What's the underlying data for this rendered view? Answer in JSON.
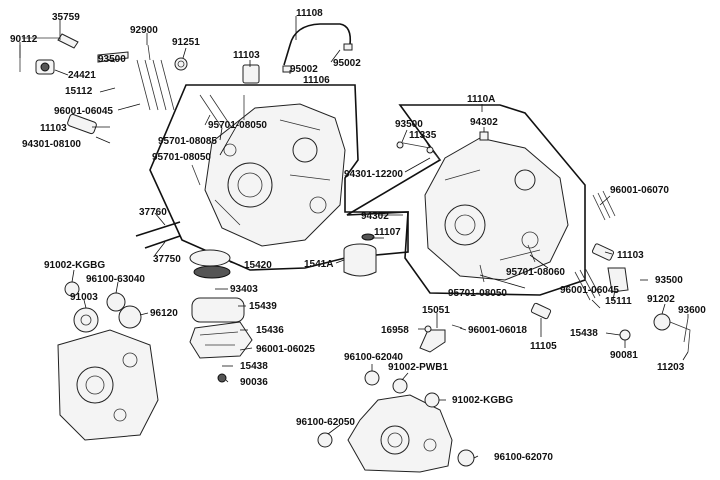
{
  "part_labels": [
    {
      "id": "p35759",
      "text": "35759"
    },
    {
      "id": "p90112",
      "text": "90112"
    },
    {
      "id": "p24421",
      "text": "24421"
    },
    {
      "id": "p93500a",
      "text": "93500"
    },
    {
      "id": "p15112",
      "text": "15112"
    },
    {
      "id": "p92900",
      "text": "92900"
    },
    {
      "id": "p91251",
      "text": "91251"
    },
    {
      "id": "p11108",
      "text": "11108"
    },
    {
      "id": "p11103a",
      "text": "11103"
    },
    {
      "id": "p95002a",
      "text": "95002"
    },
    {
      "id": "p95002b",
      "text": "95002"
    },
    {
      "id": "p11106",
      "text": "11106"
    },
    {
      "id": "p96001_06045a",
      "text": "96001-06045"
    },
    {
      "id": "p11103b",
      "text": "11103"
    },
    {
      "id": "p94301_08100",
      "text": "94301-08100"
    },
    {
      "id": "p95701_08050a",
      "text": "95701-08050"
    },
    {
      "id": "p95701_08085",
      "text": "95701-08085"
    },
    {
      "id": "p95701_08050b",
      "text": "95701-08050"
    },
    {
      "id": "p1110A",
      "text": "1110A"
    },
    {
      "id": "p93500b",
      "text": "93500"
    },
    {
      "id": "p11335",
      "text": "11335"
    },
    {
      "id": "p94302a",
      "text": "94302"
    },
    {
      "id": "p94301_12200",
      "text": "94301-12200"
    },
    {
      "id": "p96001_06070",
      "text": "96001-06070"
    },
    {
      "id": "p37760",
      "text": "37760"
    },
    {
      "id": "p37750",
      "text": "37750"
    },
    {
      "id": "p94302b",
      "text": "94302"
    },
    {
      "id": "p11107",
      "text": "11107"
    },
    {
      "id": "p1541A",
      "text": "1541A"
    },
    {
      "id": "p15420",
      "text": "15420"
    },
    {
      "id": "p11103c",
      "text": "11103"
    },
    {
      "id": "p91002_KGBG_a",
      "text": "91002-KGBG"
    },
    {
      "id": "p96100_63040",
      "text": "96100-63040"
    },
    {
      "id": "p91003",
      "text": "91003"
    },
    {
      "id": "p96120",
      "text": "96120"
    },
    {
      "id": "p93403",
      "text": "93403"
    },
    {
      "id": "p15439",
      "text": "15439"
    },
    {
      "id": "p95701_08060",
      "text": "95701-08060"
    },
    {
      "id": "p95701_08050c",
      "text": "95701-08050"
    },
    {
      "id": "p93500c",
      "text": "93500"
    },
    {
      "id": "p15111",
      "text": "15111"
    },
    {
      "id": "p96001_06045b",
      "text": "96001-06045"
    },
    {
      "id": "p91202",
      "text": "91202"
    },
    {
      "id": "p93600",
      "text": "93600"
    },
    {
      "id": "p15051",
      "text": "15051"
    },
    {
      "id": "p16958",
      "text": "16958"
    },
    {
      "id": "p96001_06018",
      "text": "96001-06018"
    },
    {
      "id": "p15436",
      "text": "15436"
    },
    {
      "id": "p96001_06025",
      "text": "96001-06025"
    },
    {
      "id": "p15438a",
      "text": "15438"
    },
    {
      "id": "p90036",
      "text": "90036"
    },
    {
      "id": "p11105",
      "text": "11105"
    },
    {
      "id": "p15438b",
      "text": "15438"
    },
    {
      "id": "p90081",
      "text": "90081"
    },
    {
      "id": "p11203",
      "text": "11203"
    },
    {
      "id": "p96100_62040",
      "text": "96100-62040"
    },
    {
      "id": "p91002_PWB1",
      "text": "91002-PWB1"
    },
    {
      "id": "p91002_KGBG_b",
      "text": "91002-KGBG"
    },
    {
      "id": "p96100_62050",
      "text": "96100-62050"
    },
    {
      "id": "p96100_62070",
      "text": "96100-62070"
    }
  ]
}
